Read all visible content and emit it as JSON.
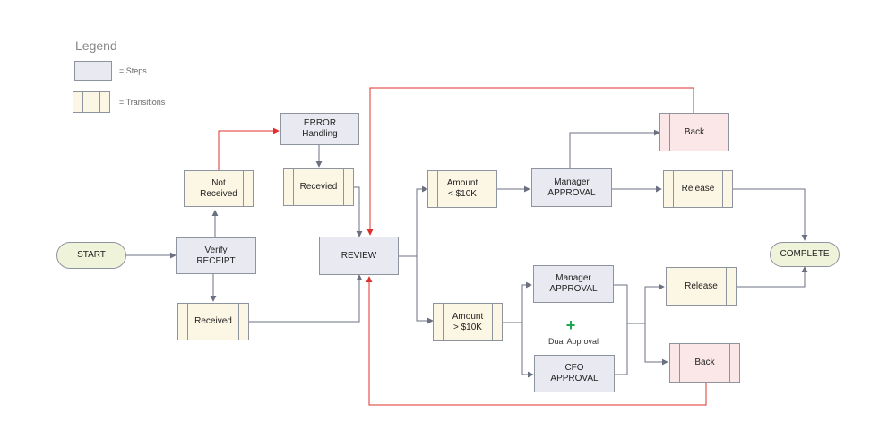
{
  "legend": {
    "title": "Legend",
    "steps_label": "= Steps",
    "transitions_label": "= Transitions"
  },
  "nodes": {
    "start": "START",
    "verify_receipt": "Verify\nRECEIPT",
    "not_received": "Not\nReceived",
    "error_handling": "ERROR\nHandling",
    "recevied": "Recevied",
    "received": "Received",
    "review": "REVIEW",
    "amount_lt": "Amount\n< $10K",
    "amount_gt": "Amount\n> $10K",
    "manager_approval_top": "Manager\nAPPROVAL",
    "manager_approval_bottom": "Manager\nAPPROVAL",
    "cfo_approval": "CFO\nAPPROVAL",
    "back_top": "Back",
    "back_bottom": "Back",
    "release_top": "Release",
    "release_bottom": "Release",
    "complete": "COMPLETE",
    "dual_approval": "Dual Approval"
  },
  "colors": {
    "connector": "#6b7080",
    "return_path": "#e0302e",
    "plus": "#1aa84a"
  }
}
